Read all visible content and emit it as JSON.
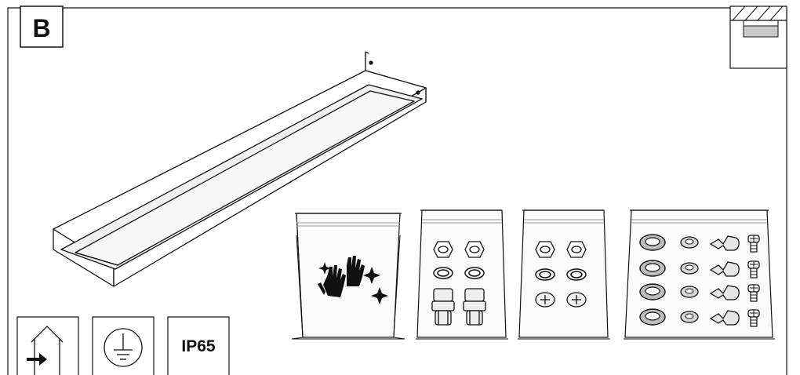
{
  "section_label": "B",
  "ip_rating": "IP65",
  "icons": {
    "indoor": "indoor-use-house-arrow-icon",
    "earth": "protective-earth-ground-icon",
    "ceiling": "ceiling-mount-icon"
  },
  "bags": [
    {
      "contents": "gloves"
    },
    {
      "contents": "nuts-seals-cable-glands"
    },
    {
      "contents": "nuts-seals-plugs"
    },
    {
      "contents": "washers-clips-screws"
    }
  ],
  "colors": {
    "line": "#111111",
    "shade": "#cfcfcf",
    "fill": "#f2f2f2"
  }
}
